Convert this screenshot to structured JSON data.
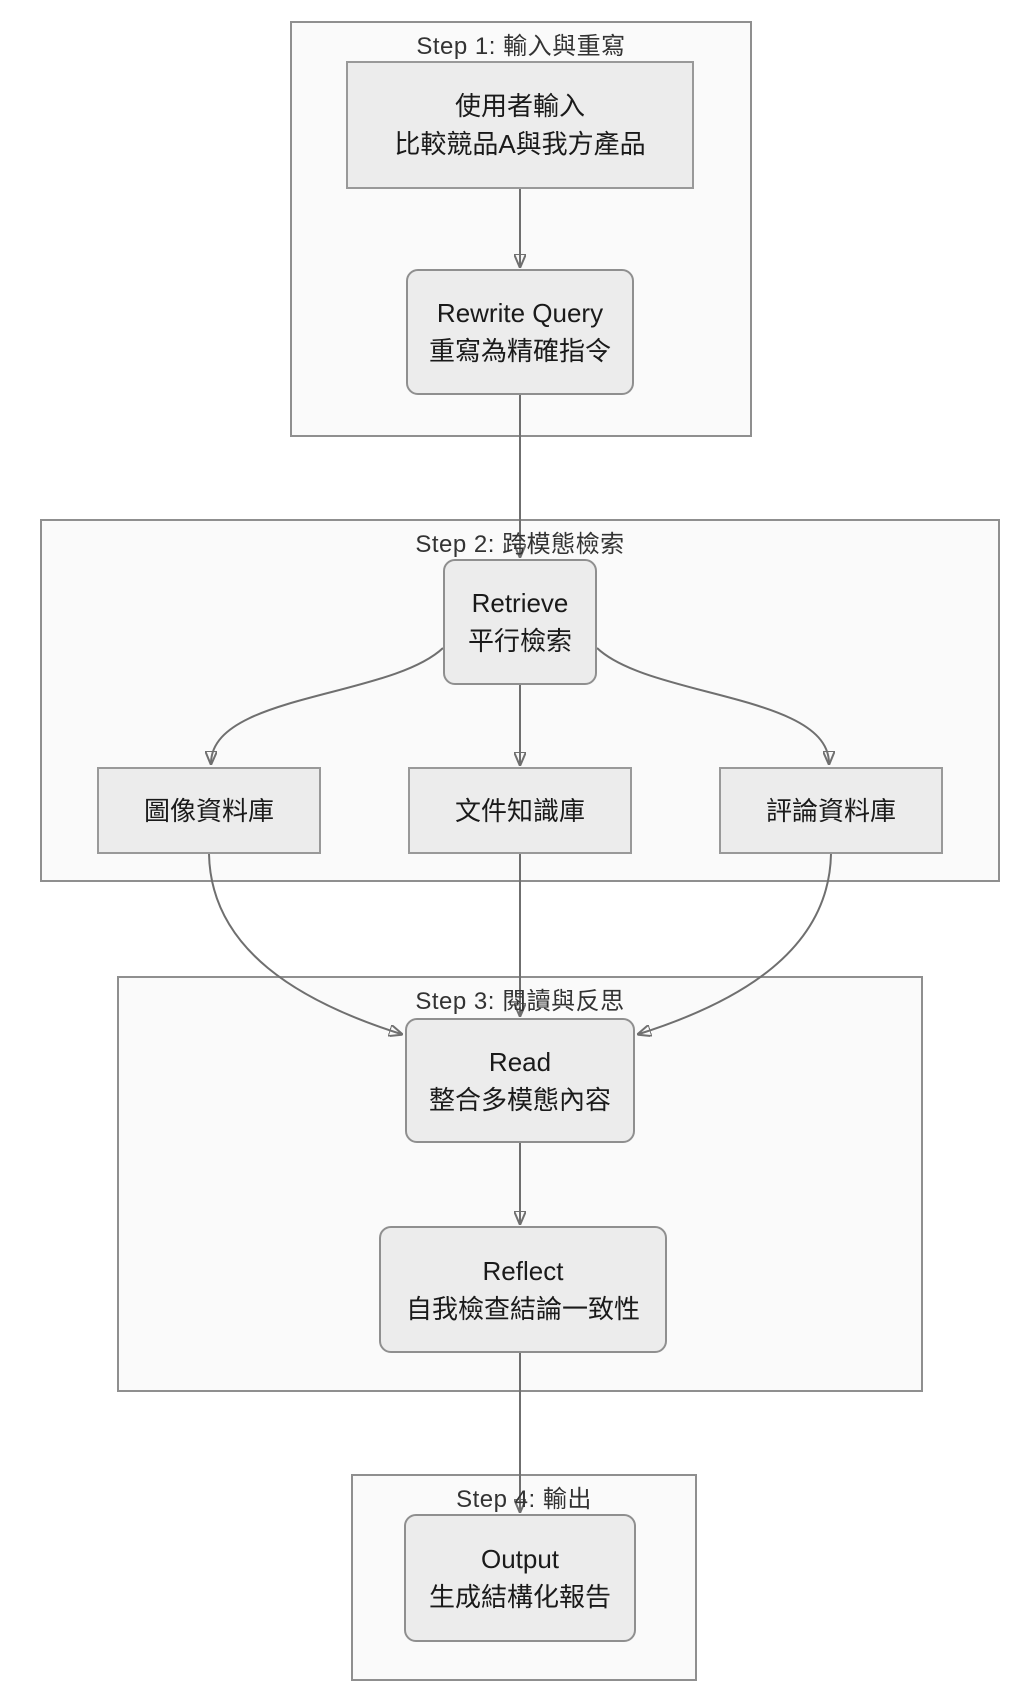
{
  "diagram": {
    "type": "flowchart",
    "direction": "top-down"
  },
  "steps": {
    "step1": {
      "title": "Step 1: 輸入與重寫"
    },
    "step2": {
      "title": "Step 2: 跨模態檢索"
    },
    "step3": {
      "title": "Step 3: 閱讀與反思"
    },
    "step4": {
      "title": "Step 4: 輸出"
    }
  },
  "nodes": {
    "user_input": {
      "line1": "使用者輸入",
      "line2": "比較競品A與我方產品",
      "shape": "rect",
      "step": "step1"
    },
    "rewrite": {
      "line1": "Rewrite Query",
      "line2": "重寫為精確指令",
      "shape": "rounded",
      "step": "step1"
    },
    "retrieve": {
      "line1": "Retrieve",
      "line2": "平行檢索",
      "shape": "rounded",
      "step": "step2"
    },
    "image_db": {
      "line1": "圖像資料庫",
      "shape": "rect",
      "step": "step2"
    },
    "doc_db": {
      "line1": "文件知識庫",
      "shape": "rect",
      "step": "step2"
    },
    "review_db": {
      "line1": "評論資料庫",
      "shape": "rect",
      "step": "step2"
    },
    "read": {
      "line1": "Read",
      "line2": "整合多模態內容",
      "shape": "rounded",
      "step": "step3"
    },
    "reflect": {
      "line1": "Reflect",
      "line2": "自我檢查結論一致性",
      "shape": "rounded",
      "step": "step3"
    },
    "output": {
      "line1": "Output",
      "line2": "生成結構化報告",
      "shape": "rounded",
      "step": "step4"
    }
  },
  "edges": [
    {
      "from": "user_input",
      "to": "rewrite"
    },
    {
      "from": "rewrite",
      "to": "retrieve"
    },
    {
      "from": "retrieve",
      "to": "image_db"
    },
    {
      "from": "retrieve",
      "to": "doc_db"
    },
    {
      "from": "retrieve",
      "to": "review_db"
    },
    {
      "from": "image_db",
      "to": "read"
    },
    {
      "from": "doc_db",
      "to": "read"
    },
    {
      "from": "review_db",
      "to": "read"
    },
    {
      "from": "read",
      "to": "reflect"
    },
    {
      "from": "reflect",
      "to": "output"
    }
  ],
  "colors": {
    "cluster_fill": "#fafafa",
    "cluster_border": "#8f8f8f",
    "node_fill": "#ececec",
    "node_border": "#999999",
    "edge": "#6f6f6f",
    "text": "#1a1a1a",
    "title_text": "#333333"
  }
}
